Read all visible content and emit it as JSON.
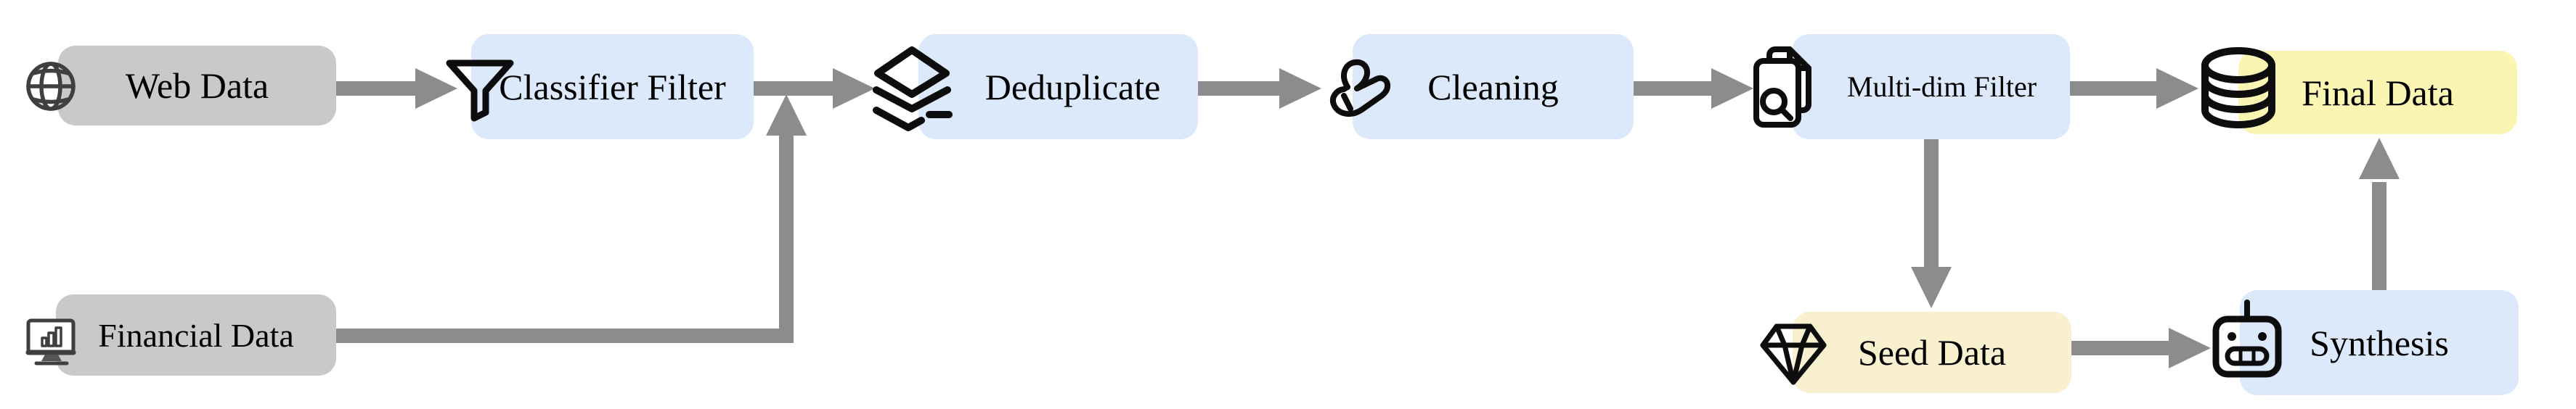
{
  "diagram": {
    "nodes": [
      {
        "id": "web-data",
        "label": "Web Data",
        "icon": "globe-icon",
        "fill": "#c9c9c9",
        "role": "source"
      },
      {
        "id": "classifier-filter",
        "label": "Classifier Filter",
        "icon": "funnel-icon",
        "fill": "#dce9fa",
        "role": "process"
      },
      {
        "id": "deduplicate",
        "label": "Deduplicate",
        "icon": "layers-minus-icon",
        "fill": "#dce9fa",
        "role": "process"
      },
      {
        "id": "cleaning",
        "label": "Cleaning",
        "icon": "brush-icon",
        "fill": "#dce9fa",
        "role": "process"
      },
      {
        "id": "multi-dim-filter",
        "label": "Multi-dim Filter",
        "icon": "file-search-icon",
        "fill": "#dce9fa",
        "role": "process"
      },
      {
        "id": "final-data",
        "label": "Final Data",
        "icon": "database-icon",
        "fill": "#fbf5b4",
        "role": "data-store"
      },
      {
        "id": "financial-data",
        "label": "Financial Data",
        "icon": "monitor-chart-icon",
        "fill": "#c9c9c9",
        "role": "source"
      },
      {
        "id": "seed-data",
        "label": "Seed Data",
        "icon": "gem-icon",
        "fill": "#f8f0cf",
        "role": "data-store"
      },
      {
        "id": "synthesis",
        "label": "Synthesis",
        "icon": "robot-icon",
        "fill": "#dce9fa",
        "role": "process"
      }
    ],
    "edges": [
      {
        "from": "Web Data",
        "to": "Classifier Filter"
      },
      {
        "from": "Classifier Filter",
        "to": "Deduplicate"
      },
      {
        "from": "Financial Data",
        "to": "Deduplicate",
        "note": "merges upward into the Classifier Filter to Deduplicate arrow"
      },
      {
        "from": "Deduplicate",
        "to": "Cleaning"
      },
      {
        "from": "Cleaning",
        "to": "Multi-dim Filter"
      },
      {
        "from": "Multi-dim Filter",
        "to": "Final Data"
      },
      {
        "from": "Multi-dim Filter",
        "to": "Seed Data"
      },
      {
        "from": "Seed Data",
        "to": "Synthesis"
      },
      {
        "from": "Synthesis",
        "to": "Final Data"
      }
    ],
    "colors": {
      "background": "#ffffff",
      "source_fill": "#c9c9c9",
      "process_fill": "#dce9fa",
      "final_data_fill": "#fbf5b4",
      "seed_data_fill": "#f8f0cf",
      "arrow": "#8c8c8c",
      "icon": "#0d0d0d",
      "label": "#000000"
    }
  }
}
